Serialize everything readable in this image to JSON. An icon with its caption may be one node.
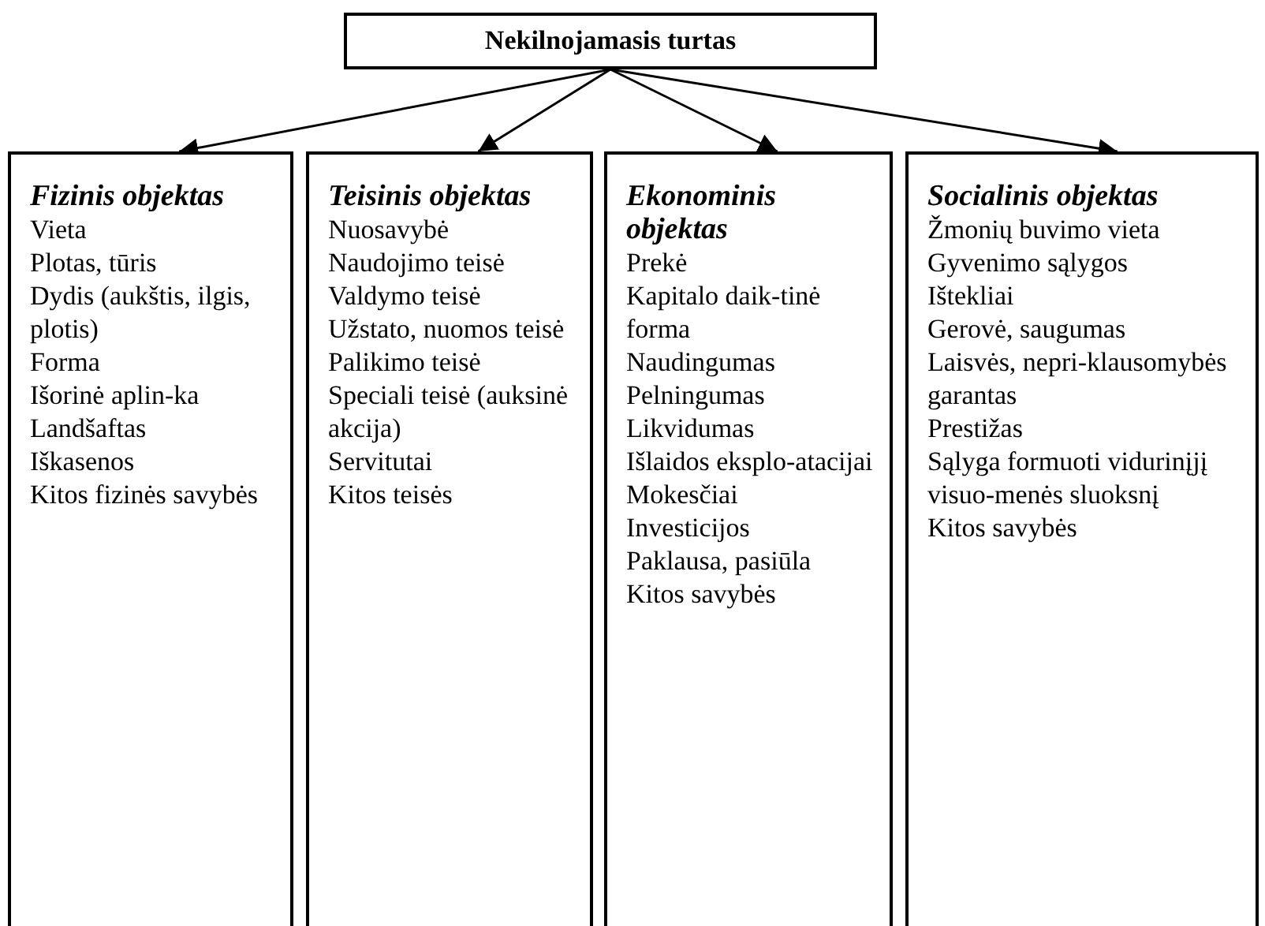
{
  "diagram": {
    "nodes": [
      {
        "text": [
          "Nekilnojamasis turtas"
        ]
      },
      {
        "text": [
          "Fizinis objektas",
          "Vieta",
          "Plotas, tūris",
          "Dydis (aukštis, ilgis, plotis)",
          "Forma",
          "Išorinė aplin-ka",
          "Landšaftas",
          "Iškasenos",
          "Kitos fizinės savybės"
        ]
      },
      {
        "text": [
          "Teisinis objektas",
          "Nuosavybė",
          "Naudojimo teisė",
          "Valdymo teisė",
          "Užstato, nuomos teisė",
          "Palikimo teisė",
          "Speciali teisė (auksinė akcija)",
          "Servitutai",
          "Kitos teisės"
        ]
      },
      {
        "text": [
          "Ekonominis objektas",
          "Prekė",
          "Kapitalo daik-tinė forma",
          "Naudingumas",
          "Pelningumas",
          "Likvidumas",
          "Išlaidos eksplo-atacijai",
          "Mokesčiai",
          "Investicijos",
          "Paklausa, pasiūla",
          "Kitos savybės"
        ]
      },
      {
        "text": [
          "Socialinis objektas",
          "Žmonių buvimo vieta",
          "Gyvenimo sąlygos",
          "Ištekliai",
          "Gerovė, saugumas",
          "Laisvės, nepri-klausomybės garantas",
          "Prestižas",
          "Sąlyga formuoti vidurinįjį visuo-menės sluoksnį",
          "Kitos savybės"
        ]
      }
    ],
    "edges": [
      {
        "from": 0,
        "to": 1,
        "arrow": "to"
      },
      {
        "from": 0,
        "to": 2,
        "arrow": "to"
      },
      {
        "from": 0,
        "to": 3,
        "arrow": "to"
      },
      {
        "from": 0,
        "to": 4,
        "arrow": "to"
      }
    ]
  }
}
